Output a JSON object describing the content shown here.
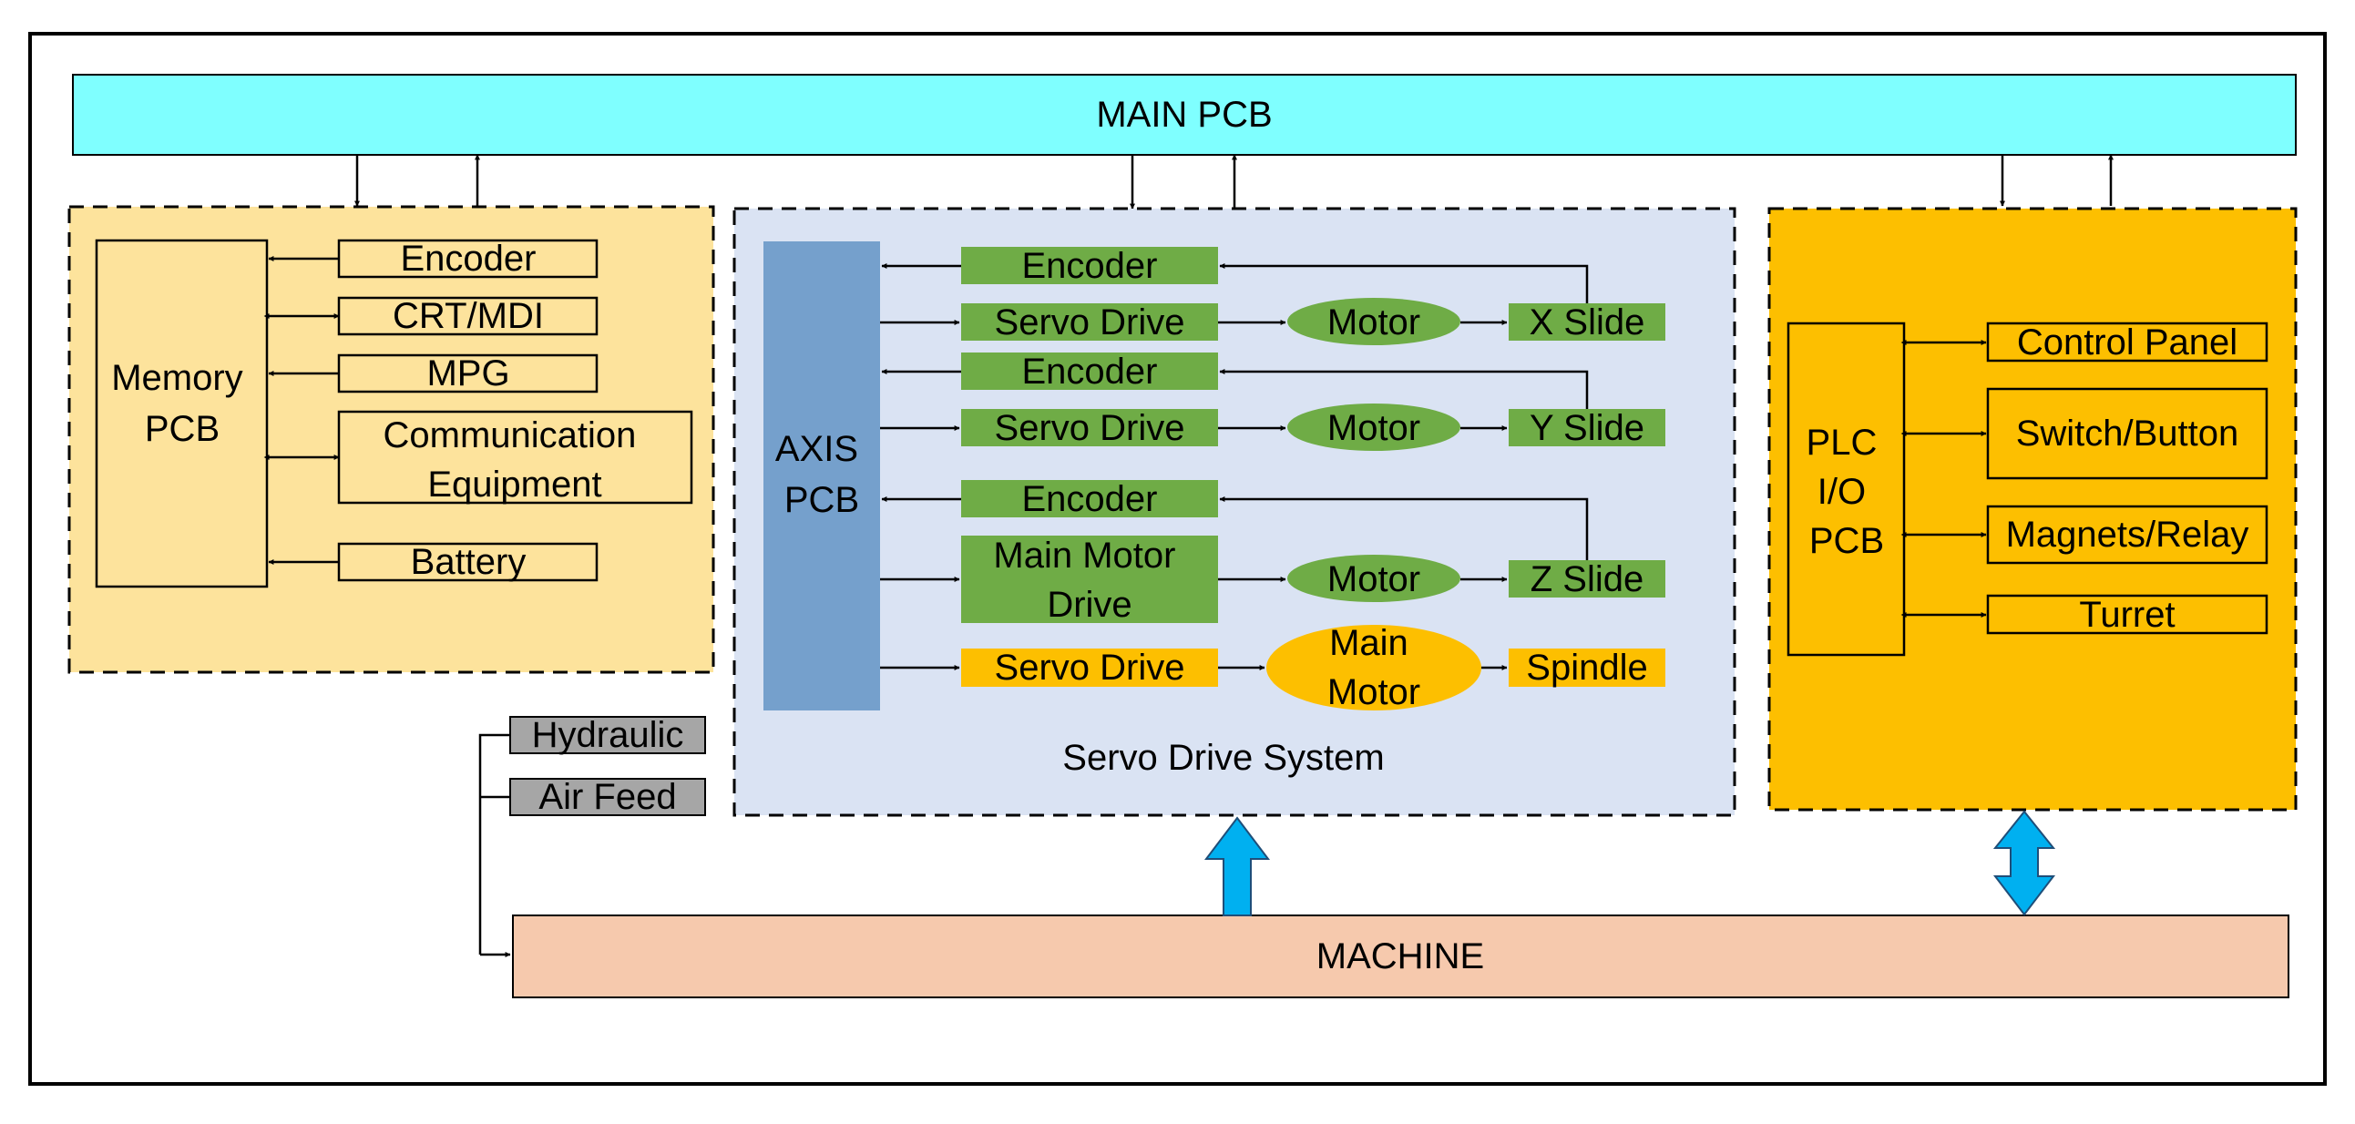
{
  "main_pcb": {
    "label": "MAIN PCB"
  },
  "machine": {
    "label": "MACHINE"
  },
  "memory_group": {
    "pcb_label": [
      "Memory",
      "PCB"
    ],
    "items": [
      {
        "label": [
          "Encoder"
        ]
      },
      {
        "label": [
          "CRT/MDI"
        ]
      },
      {
        "label": [
          "MPG"
        ]
      },
      {
        "label": [
          "Communication",
          "Equipment"
        ]
      },
      {
        "label": [
          "Battery"
        ]
      }
    ]
  },
  "servo_group": {
    "title": "Servo Drive System",
    "axis_label": [
      "AXIS",
      "PCB"
    ],
    "rows": [
      {
        "encoder": "Encoder",
        "drive": [
          "Servo Drive"
        ],
        "motor": [
          "Motor"
        ],
        "slide": "X Slide"
      },
      {
        "encoder": "Encoder",
        "drive": [
          "Servo Drive"
        ],
        "motor": [
          "Motor"
        ],
        "slide": "Y Slide"
      },
      {
        "encoder": "Encoder",
        "drive": [
          "Main Motor",
          "Drive"
        ],
        "motor": [
          "Motor"
        ],
        "slide": "Z Slide"
      },
      {
        "encoder": null,
        "drive": [
          "Servo Drive"
        ],
        "motor": [
          "Main",
          "Motor"
        ],
        "slide": "Spindle"
      }
    ]
  },
  "plc_group": {
    "pcb_label": [
      "PLC",
      "I/O",
      "PCB"
    ],
    "items": [
      {
        "label": "Control Panel"
      },
      {
        "label": "Switch/Button"
      },
      {
        "label": "Magnets/Relay"
      },
      {
        "label": "Turret"
      }
    ]
  },
  "aux_inputs": [
    {
      "label": "Hydraulic"
    },
    {
      "label": "Air Feed"
    }
  ],
  "colors": {
    "main_pcb": "#7fffff",
    "memory_bg": "#fde39c",
    "servo_bg": "#dae3f3",
    "axis_pcb": "#75a0cc",
    "green": "#6fac46",
    "orange": "#fdbf00",
    "plc_bg": "#fdbf00",
    "grey": "#a6a6a6",
    "machine": "#f6c9ad",
    "bus_arrow": "#00b0f0"
  }
}
